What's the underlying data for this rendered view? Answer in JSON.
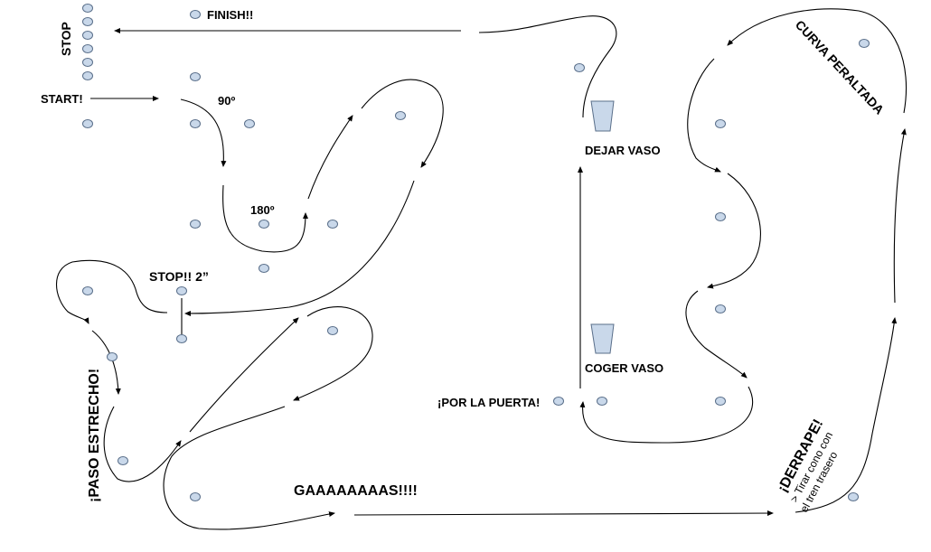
{
  "labels": {
    "finish": "FINISH!!",
    "stop": "STOP",
    "start": "START!",
    "deg90": "90º",
    "deg180": "180º",
    "stop2": "STOP!! 2”",
    "paso_estrecho": "¡PASO ESTRECHO!",
    "gas": "GAAAAAAAAS!!!!",
    "por_la_puerta": "¡POR LA PUERTA!",
    "dejar_vaso": "DEJAR VASO",
    "coger_vaso": "COGER VASO",
    "curva_peraltada": "CURVA PERALTADA",
    "derrape": "¡DERRAPE!",
    "derrape_note_1": "> Tirar cono con",
    "derrape_note_2": "el tren trasero"
  },
  "colors": {
    "cone_fill": "#c9d8ea",
    "cone_stroke": "#5a6f8a",
    "line": "#000000"
  }
}
